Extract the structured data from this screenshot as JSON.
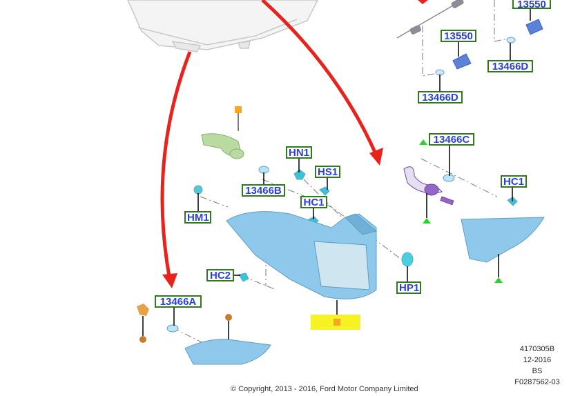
{
  "callouts": {
    "c13550_top": "13550",
    "c13550": "13550",
    "c13466D_right": "13466D",
    "c13466D_left": "13466D",
    "c13466C": "13466C",
    "cHC1_right": "HC1",
    "cHN1": "HN1",
    "cHS1": "HS1",
    "c13466B": "13466B",
    "cHM1": "HM1",
    "cHC1_mid": "HC1",
    "cHC2": "HC2",
    "cHP1": "HP1",
    "c13466A": "13466A"
  },
  "meta": {
    "illustration_no": "4170305B",
    "date": "12-2016",
    "code": "BS",
    "ref": "F0287562-03"
  },
  "copyright": "© Copyright, 2013 - 2016, Ford Motor Company Limited",
  "colors": {
    "callout_border": "#2f7a1f",
    "callout_text": "#2b3fd6",
    "arrow": "#e8231c",
    "lamp": "#8ec8ea"
  }
}
